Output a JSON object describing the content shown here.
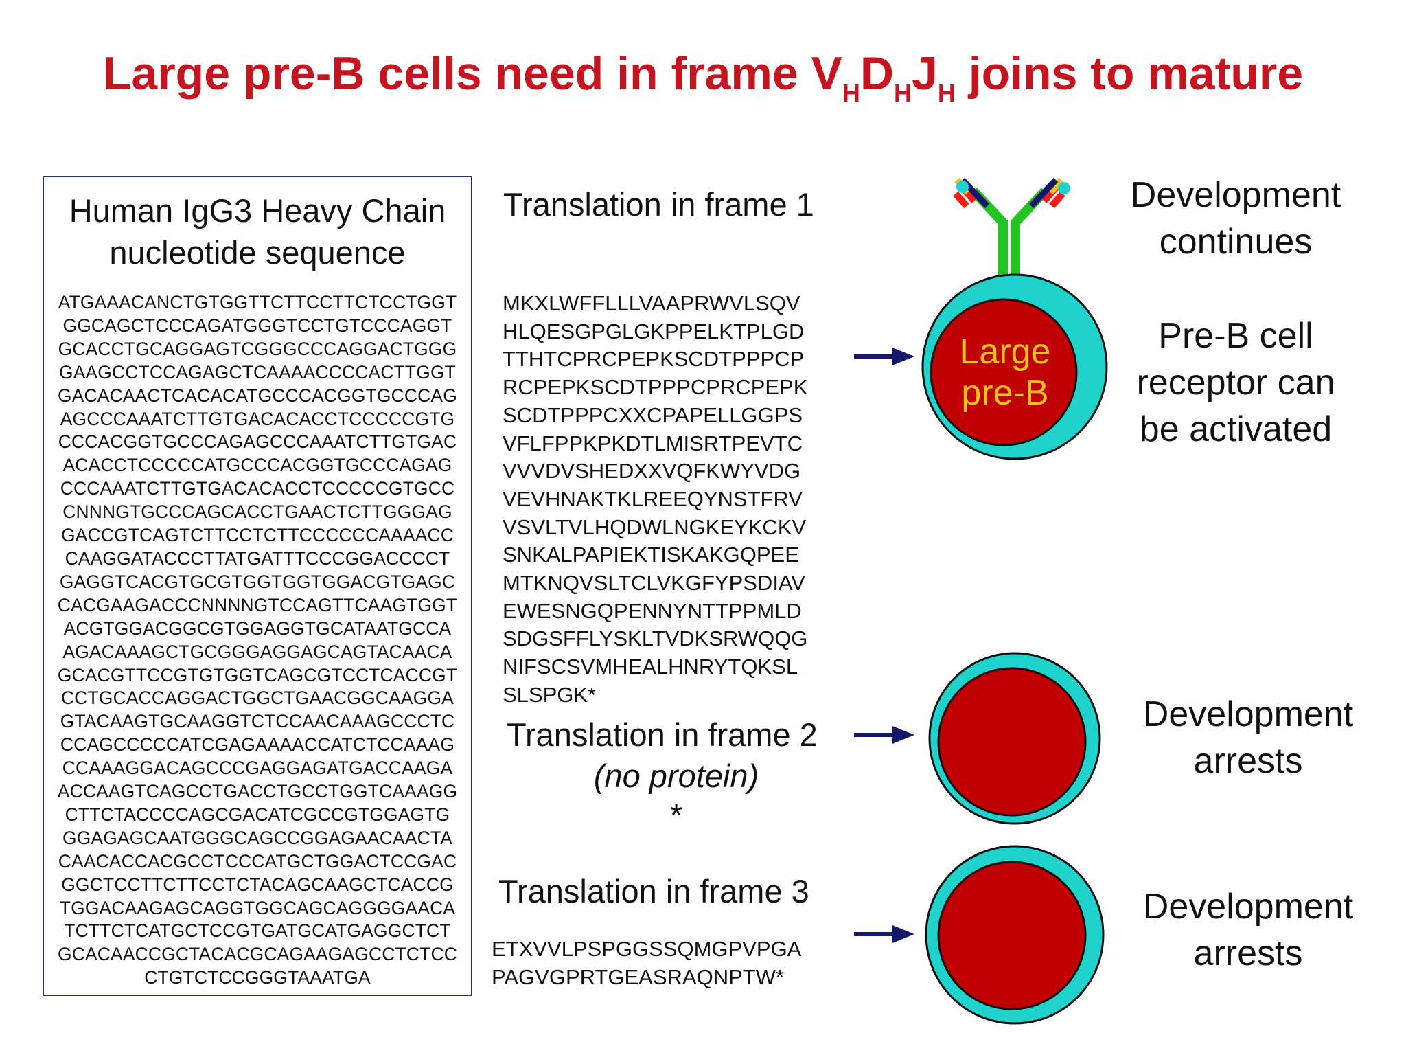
{
  "title": {
    "main": "Large pre-B cells need in frame V",
    "sub1": "H",
    "mid1": "D",
    "sub2": "H",
    "mid2": "J",
    "sub3": "H",
    "end": " joins to mature"
  },
  "sequence": {
    "heading_line1": "Human IgG3 Heavy Chain",
    "heading_line2": "nucleotide sequence",
    "lines": [
      "ATGAAACANCTGTGGTTCTTCCTTCTCCTGGT",
      "GGCAGCTCCCAGATGGGTCCTGTCCCAGGT",
      "GCACCTGCAGGAGTCGGGCCCAGGACTGGG",
      "GAAGCCTCCAGAGCTCAAAACCCCACTTGGT",
      "GACACAACTCACACATGCCCACGGTGCCCAG",
      "AGCCCAAATCTTGTGACACACCTCCCCCGTG",
      "CCCACGGTGCCCAGAGCCCAAATCTTGTGAC",
      "ACACCTCCCCCATGCCCACGGTGCCCAGAG",
      "CCCAAATCTTGTGACACACCTCCCCCGTGCC",
      "CNNNGTGCCCAGCACCTGAACTCTTGGGAG",
      "GACCGTCAGTCTTCCTCTTCCCCCCAAAACC",
      "CAAGGATACCCTTATGATTTCCCGGACCCCT",
      "GAGGTCACGTGCGTGGTGGTGGACGTGAGC",
      "CACGAAGACCCNNNNGTCCAGTTCAAGTGGT",
      "ACGTGGACGGCGTGGAGGTGCATAATGCCA",
      "AGACAAAGCTGCGGGAGGAGCAGTACAACA",
      "GCACGTTCCGTGTGGTCAGCGTCCTCACCGT",
      "CCTGCACCAGGACTGGCTGAACGGCAAGGA",
      "GTACAAGTGCAAGGTCTCCAACAAAGCCCTC",
      "CCAGCCCCCATCGAGAAAACCATCTCCAAAG",
      "CCAAAGGACAGCCCGAGGAGATGACCAAGA",
      "ACCAAGTCAGCCTGACCTGCCTGGTCAAAGG",
      "CTTCTACCCCAGCGACATCGCCGTGGAGTG",
      "GGAGAGCAATGGGCAGCCGGAGAACAACTA",
      "CAACACCACGCCTCCCATGCTGGACTCCGAC",
      "GGCTCCTTCTTCCTCTACAGCAAGCTCACCG",
      "TGGACAAGAGCAGGTGGCAGCAGGGGAACA",
      "TCTTCTCATGCTCCGTGATGCATGAGGCTCT",
      "GCACAACCGCTACACGCAGAAGAGCCTCTCC",
      "CTGTCTCCGGGTAAATGA"
    ]
  },
  "frame1": {
    "heading": "Translation in frame 1",
    "lines": [
      "MKXLWFFLLLVAAPRWVLSQV",
      "HLQESGPGLGKPPELKTPLGD",
      "TTHTCPRCPEPKSCDTPPPCP",
      "RCPEPKSCDTPPPCPRCPEPK",
      "SCDTPPPCXXCPAPELLGGPS",
      "VFLFPPKPKDTLMISRTPEVTC",
      "VVVDVSHEDXXVQFKWYVDG",
      "VEVHNAKTKLREEQYNSTFRV",
      "VSVLTVLHQDWLNGKEYKCKV",
      "SNKALPAPIEKTISKAKGQPEE",
      "MTKNQVSLTCLVKGFYPSDIAV",
      "EWESNGQPENNYNTTPPMLD",
      "SDGSFFLYSKLTVDKSRWQQG",
      "NIFSCSVMHEALHNRYTQKSL",
      "SLSPGK*"
    ]
  },
  "frame2": {
    "heading": "Translation in frame 2",
    "note": "(no protein)",
    "star": "*"
  },
  "frame3": {
    "heading": "Translation in frame 3",
    "lines": [
      "ETXVVLPSPGGSSQMGPVPGA",
      "PAGVGPRTGEASRAQNPTW*"
    ]
  },
  "cell_label": {
    "line1": "Large",
    "line2": "pre-B"
  },
  "outcomes": {
    "continues_line1": "Development",
    "continues_line2": "continues",
    "receptor_line1": "Pre-B cell",
    "receptor_line2": "receptor can",
    "receptor_line3": "be activated",
    "arrest2_line1": "Development",
    "arrest2_line2": "arrests",
    "arrest3_line1": "Development",
    "arrest3_line2": "arrests"
  },
  "colors": {
    "title": "#c8141e",
    "cytoplasm": "#1fd3cc",
    "nucleus": "#c00000",
    "cell_label": "#f7c21a",
    "arrow": "#14186b",
    "box_border": "#2a2f7a",
    "antibody_stem": "#22c422"
  }
}
